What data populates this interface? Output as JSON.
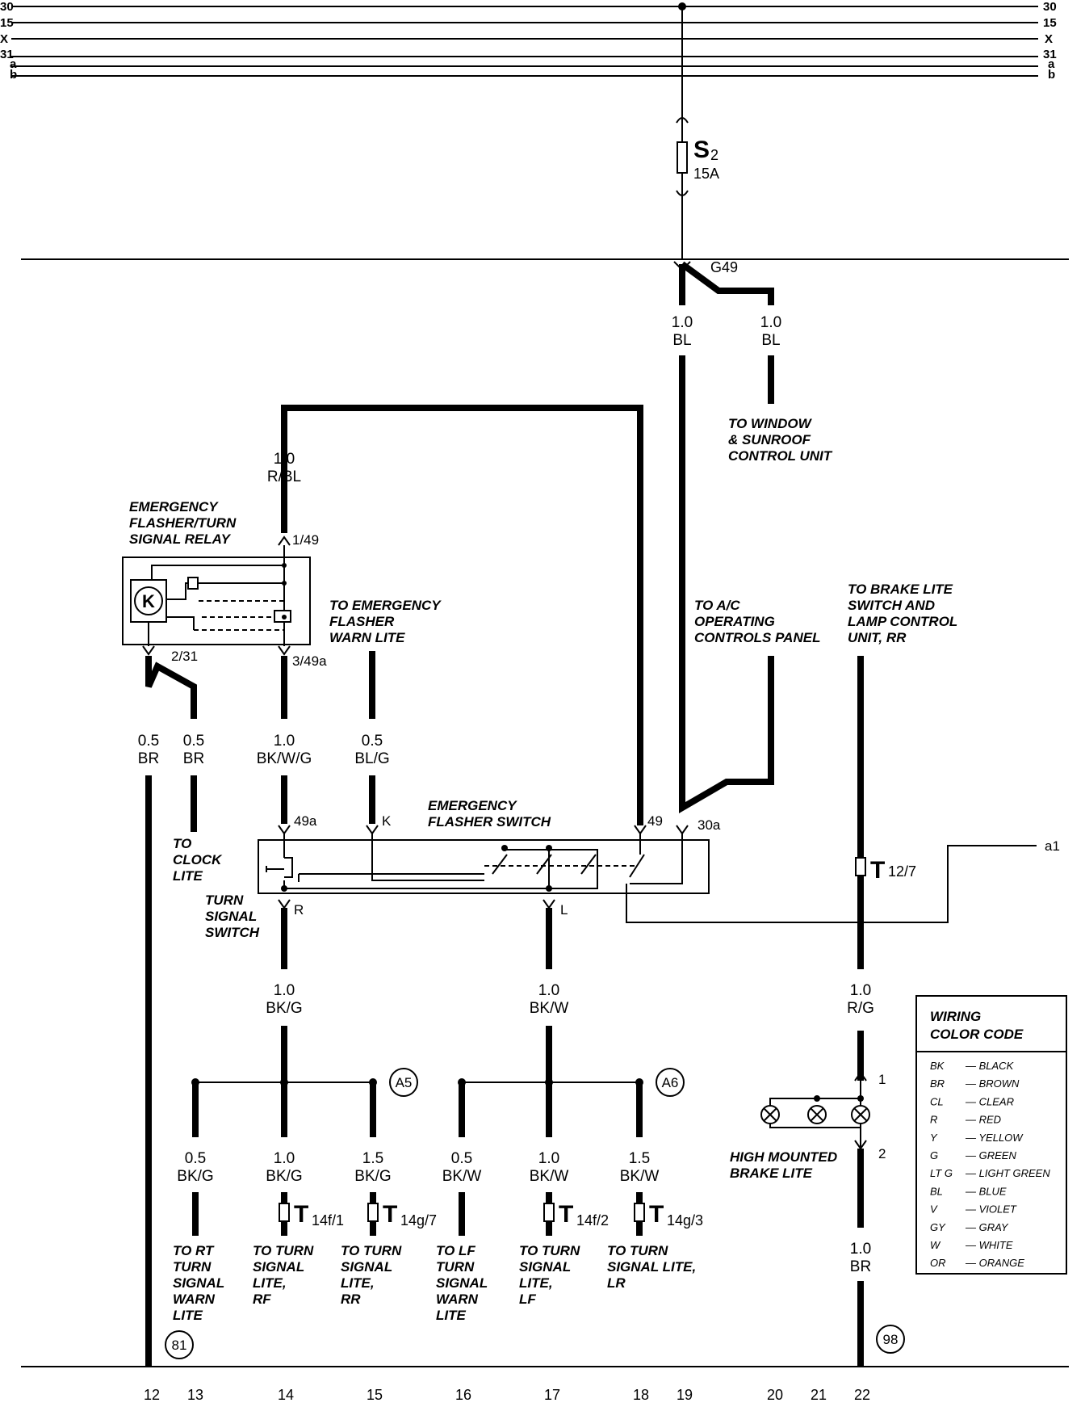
{
  "bus": {
    "left": [
      "30",
      "15",
      "X",
      "31",
      "a",
      "b"
    ],
    "right": [
      "30",
      "15",
      "X",
      "31",
      "a",
      "b"
    ]
  },
  "fuse": {
    "name": "S",
    "sub": "2",
    "rating": "15A"
  },
  "ground_point": "G49",
  "wires": {
    "g49_left": {
      "size": "1.0",
      "color": "BL"
    },
    "g49_right": {
      "size": "1.0",
      "color": "BL"
    },
    "relay_top": {
      "size": "1.0",
      "color": "R/BL"
    },
    "br_1": {
      "size": "0.5",
      "color": "BR"
    },
    "br_2": {
      "size": "0.5",
      "color": "BR"
    },
    "bkwg": {
      "size": "1.0",
      "color": "BK/W/G"
    },
    "blg": {
      "size": "0.5",
      "color": "BL/G"
    },
    "bkg_main": {
      "size": "1.0",
      "color": "BK/G"
    },
    "bkw_main": {
      "size": "1.0",
      "color": "BK/W"
    },
    "rg": {
      "size": "1.0",
      "color": "R/G"
    },
    "br_bottom": {
      "size": "1.0",
      "color": "BR"
    },
    "bkg_13": {
      "size": "0.5",
      "color": "BK/G"
    },
    "bkg_14": {
      "size": "1.0",
      "color": "BK/G"
    },
    "bkg_15": {
      "size": "1.5",
      "color": "BK/G"
    },
    "bkw_16": {
      "size": "0.5",
      "color": "BK/W"
    },
    "bkw_17": {
      "size": "1.0",
      "color": "BK/W"
    },
    "bkw_18": {
      "size": "1.5",
      "color": "BK/W"
    }
  },
  "notes": {
    "window": [
      "TO WINDOW",
      "& SUNROOF",
      "CONTROL UNIT"
    ],
    "relay": [
      "EMERGENCY",
      "FLASHER/TURN",
      "SIGNAL RELAY"
    ],
    "warn_lite": [
      "TO EMERGENCY",
      "FLASHER",
      "WARN LITE"
    ],
    "ac": [
      "TO A/C",
      "OPERATING",
      "CONTROLS PANEL"
    ],
    "brake": [
      "TO BRAKE LITE",
      "SWITCH AND",
      "LAMP CONTROL",
      "UNIT, RR"
    ],
    "flasher_switch": [
      "EMERGENCY",
      "FLASHER SWITCH"
    ],
    "clock": [
      "TO",
      "CLOCK",
      "LITE"
    ],
    "turn_switch": [
      "TURN",
      "SIGNAL",
      "SWITCH"
    ],
    "high_brake": [
      "HIGH MOUNTED",
      "BRAKE LITE"
    ],
    "rt_warn": [
      "TO RT",
      "TURN",
      "SIGNAL",
      "WARN",
      "LITE"
    ],
    "rf": [
      "TO TURN",
      "SIGNAL",
      "LITE,",
      "RF"
    ],
    "rr": [
      "TO TURN",
      "SIGNAL",
      "LITE,",
      "RR"
    ],
    "lf_warn": [
      "TO LF",
      "TURN",
      "SIGNAL",
      "WARN",
      "LITE"
    ],
    "lf": [
      "TO TURN",
      "SIGNAL",
      "LITE,",
      "LF"
    ],
    "lr": [
      "TO TURN",
      "SIGNAL LITE,",
      "LR"
    ]
  },
  "pins": {
    "p149": "1/49",
    "p231": "2/31",
    "p349a": "3/49a",
    "p49a": "49a",
    "pK": "K",
    "p49": "49",
    "p30a": "30a",
    "pR": "R",
    "pL": "L",
    "lamp1": "1",
    "lamp2": "2",
    "a1": "a1"
  },
  "relay_symbol": "K",
  "connectors": {
    "t127": {
      "name": "T",
      "sub": "12/7"
    },
    "t14f1": {
      "name": "T",
      "sub": "14f/1"
    },
    "t14g7": {
      "name": "T",
      "sub": "14g/7"
    },
    "t14f2": {
      "name": "T",
      "sub": "14f/2"
    },
    "t14g3": {
      "name": "T",
      "sub": "14g/3"
    }
  },
  "refs": {
    "a5": "A5",
    "a6": "A6",
    "r81": "81",
    "r98": "98"
  },
  "columns": [
    "12",
    "13",
    "14",
    "15",
    "16",
    "17",
    "18",
    "19",
    "20",
    "21",
    "22"
  ],
  "legend": {
    "title": [
      "WIRING",
      "COLOR CODE"
    ],
    "items": [
      {
        "code": "BK",
        "name": "BLACK"
      },
      {
        "code": "BR",
        "name": "BROWN"
      },
      {
        "code": "CL",
        "name": "CLEAR"
      },
      {
        "code": "R",
        "name": "RED"
      },
      {
        "code": "Y",
        "name": "YELLOW"
      },
      {
        "code": "G",
        "name": "GREEN"
      },
      {
        "code": "LT G",
        "name": "LIGHT GREEN"
      },
      {
        "code": "BL",
        "name": "BLUE"
      },
      {
        "code": "V",
        "name": "VIOLET"
      },
      {
        "code": "GY",
        "name": "GRAY"
      },
      {
        "code": "W",
        "name": "WHITE"
      },
      {
        "code": "OR",
        "name": "ORANGE"
      }
    ]
  }
}
